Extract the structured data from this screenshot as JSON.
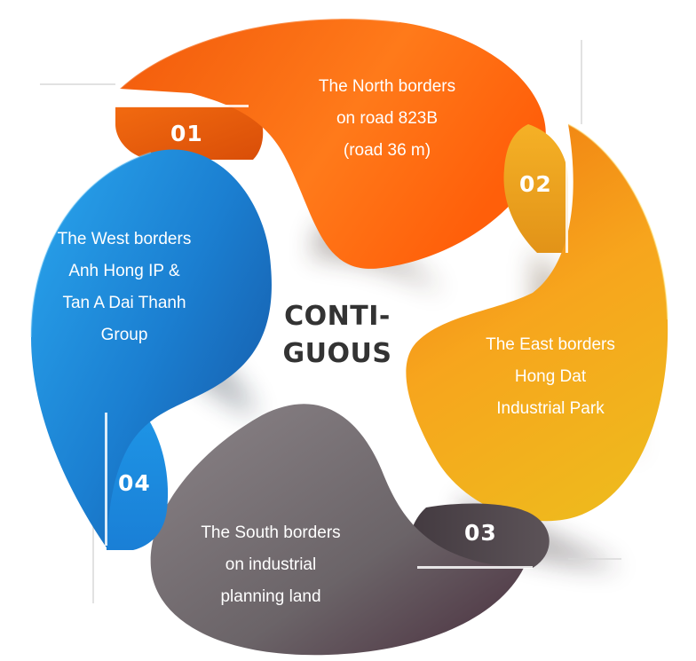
{
  "center": {
    "line1": "CONTI-",
    "line2": "GUOUS"
  },
  "segments": [
    {
      "number": "01",
      "lines": [
        "The North borders",
        "on road 823B",
        "(road 36 m)"
      ],
      "color": "#ff6a12"
    },
    {
      "number": "02",
      "lines": [
        "The East borders",
        "Hong Dat",
        "Industrial Park"
      ],
      "color": "#f5a91c"
    },
    {
      "number": "03",
      "lines": [
        "The South borders",
        "on industrial",
        "planning land"
      ],
      "color": "#6b6468"
    },
    {
      "number": "04",
      "lines": [
        "The West borders",
        "Anh Hong IP &",
        "Tan A Dai Thanh",
        "Group"
      ],
      "color": "#1f8fe0"
    }
  ]
}
